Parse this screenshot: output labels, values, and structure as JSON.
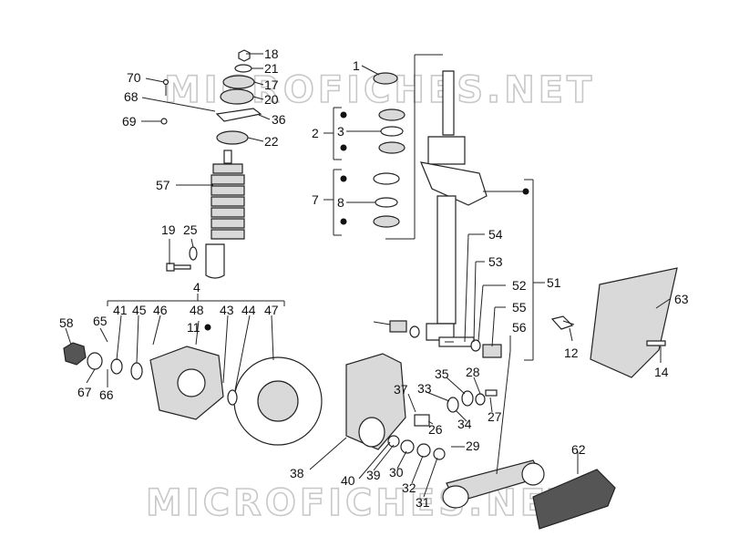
{
  "watermark": "MICROFICHES.NET",
  "callouts": {
    "c1": "1",
    "c2": "2",
    "c3": "3",
    "c4": "4",
    "c7": "7",
    "c8": "8",
    "c11": "11",
    "c12": "12",
    "c14": "14",
    "c17": "17",
    "c18": "18",
    "c19": "19",
    "c20": "20",
    "c21": "21",
    "c22": "22",
    "c25": "25",
    "c26": "26",
    "c27": "27",
    "c28": "28",
    "c29": "29",
    "c30": "30",
    "c31": "31",
    "c32": "32",
    "c33": "33",
    "c34": "34",
    "c35": "35",
    "c36": "36",
    "c37": "37",
    "c38": "38",
    "c39": "39",
    "c40": "40",
    "c41": "41",
    "c43": "43",
    "c44": "44",
    "c45": "45",
    "c46": "46",
    "c47": "47",
    "c48": "48",
    "c51": "51",
    "c52": "52",
    "c53": "53",
    "c54": "54",
    "c55": "55",
    "c56": "56",
    "c57": "57",
    "c58": "58",
    "c62": "62",
    "c63": "63",
    "c65": "65",
    "c66": "66",
    "c67": "67",
    "c68": "68",
    "c69": "69",
    "c70": "70"
  }
}
